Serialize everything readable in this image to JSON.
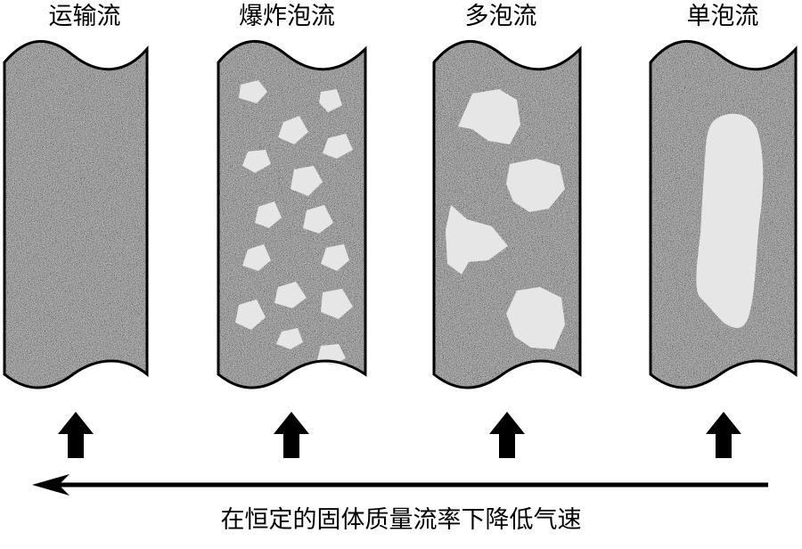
{
  "columns": [
    {
      "title": "运输流"
    },
    {
      "title": "爆炸泡流"
    },
    {
      "title": "多泡流"
    },
    {
      "title": "单泡流"
    }
  ],
  "caption": "在恒定的固体质量流率下降低气速",
  "colors": {
    "outline": "#000000",
    "particle_fill": "#7c7c7c",
    "bubble_fill": "#e6e6e6",
    "background": "#ffffff"
  },
  "icons": {
    "flow_arrow": "up-arrow-icon",
    "gas_velocity_arrow": "left-arrow-icon"
  }
}
